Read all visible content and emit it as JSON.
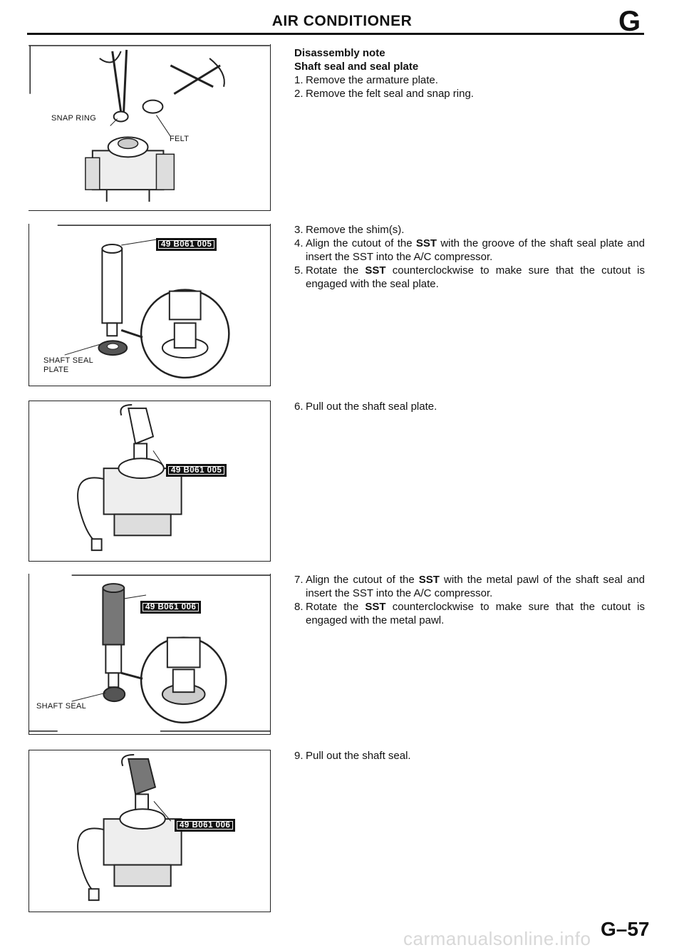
{
  "header": {
    "title": "AIR CONDITIONER",
    "section_letter": "G"
  },
  "figures": {
    "fig1": {
      "label_snap_ring": "SNAP RING",
      "label_felt": "FELT"
    },
    "fig2": {
      "sst_label": "49 B061 005",
      "part_label_line1": "SHAFT SEAL",
      "part_label_line2": "PLATE"
    },
    "fig3": {
      "sst_label": "49 B061 005"
    },
    "fig4": {
      "sst_label": "49 B061 006",
      "part_label": "SHAFT SEAL"
    },
    "fig5": {
      "sst_label": "49 B061 006"
    }
  },
  "text": {
    "note_title": "Disassembly note",
    "note_subtitle": "Shaft seal and seal plate",
    "group1": [
      {
        "num": "1.",
        "text": "Remove the armature plate."
      },
      {
        "num": "2.",
        "text": "Remove the felt seal and snap ring."
      }
    ],
    "group2": [
      {
        "num": "3.",
        "pre": "Remove the shim(s).",
        "sst": "",
        "post": ""
      },
      {
        "num": "4.",
        "pre": "Align the cutout of the ",
        "sst": "SST",
        "post": " with the groove of the shaft seal plate and insert the SST into the A/C compressor."
      },
      {
        "num": "5.",
        "pre": "Rotate the ",
        "sst": "SST",
        "post": " counterclockwise to make sure that the cutout is engaged with the seal plate."
      }
    ],
    "group3": [
      {
        "num": "6.",
        "text": "Pull out the shaft seal plate."
      }
    ],
    "group4": [
      {
        "num": "7.",
        "pre": "Align the cutout of the ",
        "sst": "SST",
        "post": " with the metal pawl of the shaft seal and insert the SST into the A/C compressor."
      },
      {
        "num": "8.",
        "pre": "Rotate the ",
        "sst": "SST",
        "post": " counterclockwise to make sure that the cutout is engaged with the metal pawl."
      }
    ],
    "group5": [
      {
        "num": "9.",
        "text": "Pull out the shaft seal."
      }
    ]
  },
  "footer": {
    "page_number": "G–57",
    "watermark": "carmanualsonline.info"
  }
}
